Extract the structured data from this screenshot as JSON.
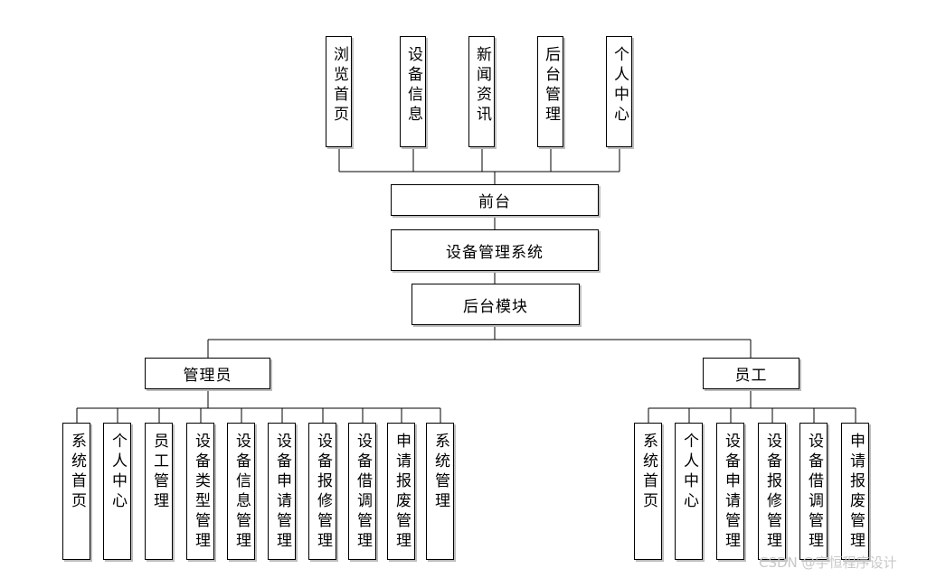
{
  "diagram": {
    "front_items": [
      "浏览首页",
      "设备信息",
      "新闻资讯",
      "后台管理",
      "个人中心"
    ],
    "frontend": "前台",
    "system": "设备管理系统",
    "backend": "后台模块",
    "admin": {
      "label": "管理员",
      "items": [
        "系统首页",
        "个人中心",
        "员工管理",
        "设备类型管理",
        "设备信息管理",
        "设备申请管理",
        "设备报修管理",
        "设备借调管理",
        "申请报废管理",
        "系统管理"
      ]
    },
    "staff": {
      "label": "员工",
      "items": [
        "系统首页",
        "个人中心",
        "设备申请管理",
        "设备报修管理",
        "设备借调管理",
        "申请报废管理"
      ]
    }
  },
  "watermark": "CSDN @宇恒程序设计"
}
